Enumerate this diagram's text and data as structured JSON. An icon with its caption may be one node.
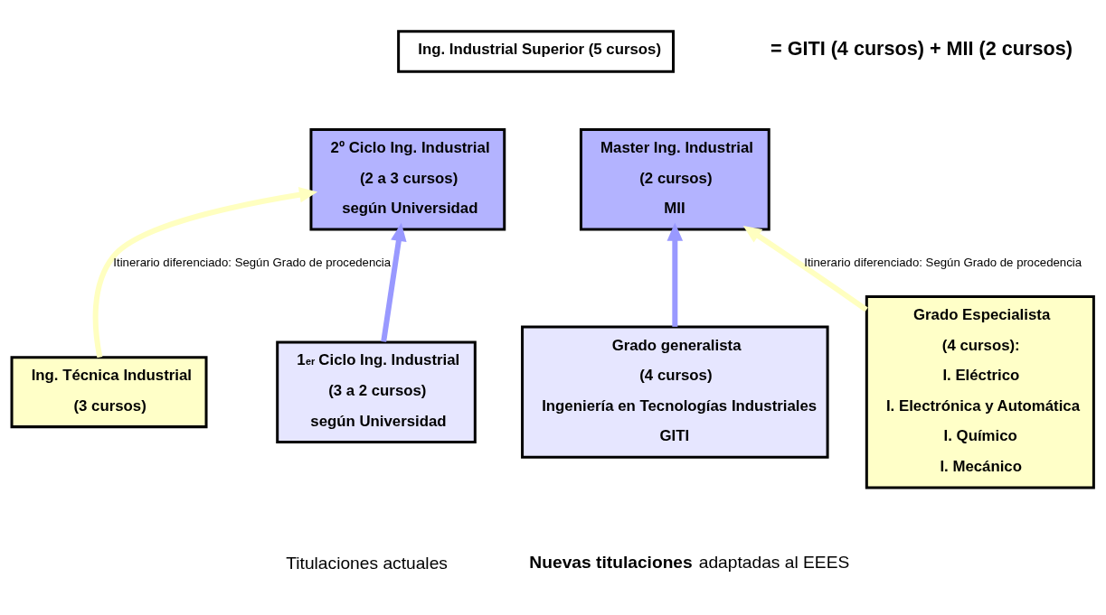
{
  "diagram": {
    "nodes": [
      {
        "text": [
          "Ing. Industrial Superior (5 cursos)"
        ]
      },
      {
        "text": [
          "2º Ciclo Ing. Industrial",
          "(2 a 3 cursos)",
          "según Universidad"
        ]
      },
      {
        "text": [
          "Master Ing. Industrial",
          "(2 cursos)",
          "MII"
        ]
      },
      {
        "text": [
          "Ing. Técnica Industrial",
          "(3 cursos)"
        ]
      },
      {
        "text": [
          "1$^{er}$ Ciclo Ing. Industrial",
          "(3 a 2 cursos)",
          "según Universidad"
        ]
      },
      {
        "text": [
          "Grado generalista",
          "(4 cursos)",
          "Ingeniería en Tecnologías Industriales",
          "GITI"
        ]
      },
      {
        "text": [
          "Grado Especialista",
          "(4 cursos):",
          "I. Eléctrico",
          "I. Electrónica y Automática",
          "I. Químico",
          "I. Mecánico"
        ]
      }
    ],
    "edges": [
      {
        "from": 3,
        "to": 1,
        "arrow": "to",
        "label": "Itinerario diferenciado: Según Grado de procedencia",
        "color": "#ffffc0"
      },
      {
        "from": 4,
        "to": 1,
        "arrow": "to",
        "color": "#9999ff"
      },
      {
        "from": 5,
        "to": 2,
        "arrow": "to",
        "color": "#9999ff"
      },
      {
        "from": 6,
        "to": 2,
        "arrow": "to",
        "label": "Itinerario diferenciado: Según Grado de procedencia",
        "color": "#ffffc0"
      }
    ],
    "labels": [
      "= GITI (4 cursos) + MII (2 cursos)",
      "Titulaciones actuales",
      "**Nuevas titulaciones** adaptadas al EEES"
    ]
  }
}
